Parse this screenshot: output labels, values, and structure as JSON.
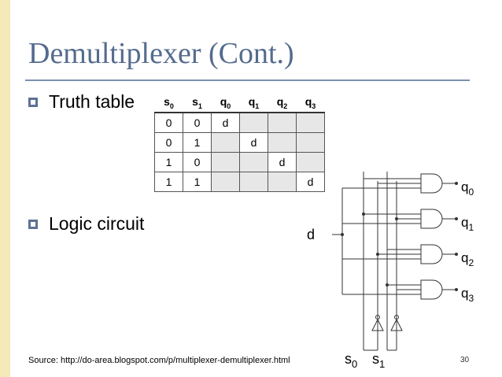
{
  "slide": {
    "title": "Demultiplexer (Cont.)",
    "bullets": [
      "Truth table",
      "Logic circuit"
    ],
    "source": "Source: http://do-area.blogspot.com/p/multiplexer-demultiplexer.html",
    "page_number": "30"
  },
  "truth_table": {
    "headers": [
      {
        "base": "s",
        "sub": "0"
      },
      {
        "base": "s",
        "sub": "1"
      },
      {
        "base": "q",
        "sub": "0"
      },
      {
        "base": "q",
        "sub": "1"
      },
      {
        "base": "q",
        "sub": "2"
      },
      {
        "base": "q",
        "sub": "3"
      }
    ],
    "rows": [
      [
        "0",
        "0",
        "d",
        "",
        "",
        ""
      ],
      [
        "0",
        "1",
        "",
        "d",
        "",
        ""
      ],
      [
        "1",
        "0",
        "",
        "",
        "d",
        ""
      ],
      [
        "1",
        "1",
        "",
        "",
        "",
        "d"
      ]
    ]
  },
  "circuit": {
    "input_label": "d",
    "selects": [
      {
        "base": "s",
        "sub": "0"
      },
      {
        "base": "s",
        "sub": "1"
      }
    ],
    "outputs": [
      {
        "base": "q",
        "sub": "0"
      },
      {
        "base": "q",
        "sub": "1"
      },
      {
        "base": "q",
        "sub": "2"
      },
      {
        "base": "q",
        "sub": "3"
      }
    ]
  },
  "colors": {
    "title": "#556b8e",
    "sidebar": "#f3e9b9",
    "bullet": "#5d7294",
    "empty_cell": "#e7e7e7"
  }
}
